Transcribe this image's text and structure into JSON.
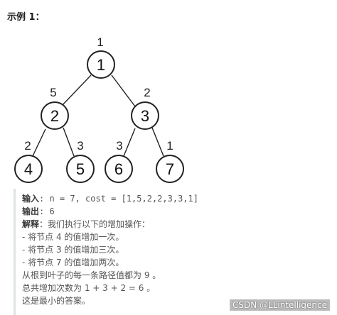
{
  "heading": "示例 1：",
  "tree": {
    "root_cost": "1",
    "nodes": [
      "1",
      "2",
      "3",
      "4",
      "5",
      "6",
      "7"
    ],
    "edge_costs": {
      "to2": "5",
      "to3": "2",
      "to4": "2",
      "to5": "3",
      "to6": "3",
      "to7": "1"
    }
  },
  "example": {
    "input_key": "输入",
    "input_val": ": n = 7, cost = [1,5,2,2,3,3,1]",
    "output_key": "输出",
    "output_val": ": 6",
    "explain_key": "解释",
    "explain_val": "：我们执行以下的增加操作：",
    "steps": [
      "- 将节点 4 的值增加一次。",
      "- 将节点 3 的值增加三次。",
      "- 将节点 7 的值增加两次。"
    ],
    "path_note": "从根到叶子的每一条路径值都为 9 。",
    "total_note": "总共增加次数为 1 + 3 + 2 = 6 。",
    "min_note": "这是最小的答案。"
  },
  "watermark": "CSDN @LLintelligence"
}
